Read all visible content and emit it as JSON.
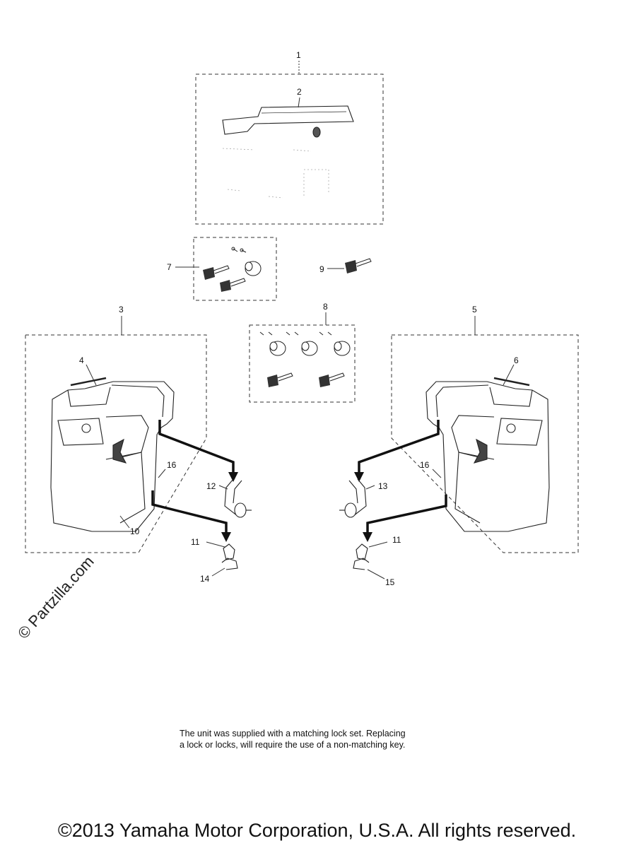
{
  "callouts": {
    "c1": "1",
    "c2": "2",
    "c3": "3",
    "c4": "4",
    "c5": "5",
    "c6": "6",
    "c7": "7",
    "c8": "8",
    "c9": "9",
    "c10": "10",
    "c11a": "11",
    "c11b": "11",
    "c12": "12",
    "c13": "13",
    "c14": "14",
    "c15": "15",
    "c16a": "16",
    "c16b": "16"
  },
  "note": {
    "line1": "The unit was supplied with a matching lock set. Replacing",
    "line2": "a lock or locks, will require the use of a non-matching key."
  },
  "watermark": "© Partzilla.com",
  "copyright": "©2013 Yamaha Motor Corporation, U.S.A. All rights reserved."
}
